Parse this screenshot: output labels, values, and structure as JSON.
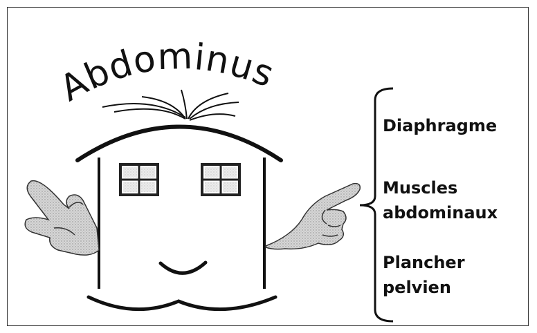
{
  "title": "Abdominus",
  "labels": [
    "Diaphragme",
    "Muscles\nabdominaux",
    "Plancher\npelvien"
  ],
  "colors": {
    "ink": "#111111",
    "hand_fill": "#c8c8c8",
    "window": "#2a2a2a"
  }
}
